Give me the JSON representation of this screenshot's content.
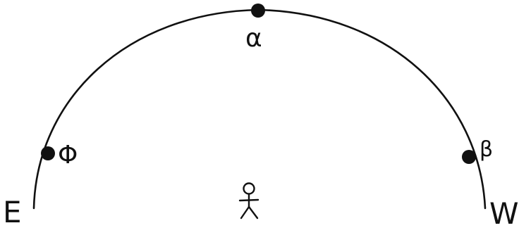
{
  "diagram": {
    "points": {
      "alpha": {
        "label": "α"
      },
      "phi": {
        "label": "Φ"
      },
      "beta": {
        "label": "β"
      }
    },
    "directions": {
      "east": "E",
      "west": "W"
    },
    "colors": {
      "ink": "#111111",
      "background": "#ffffff"
    }
  }
}
